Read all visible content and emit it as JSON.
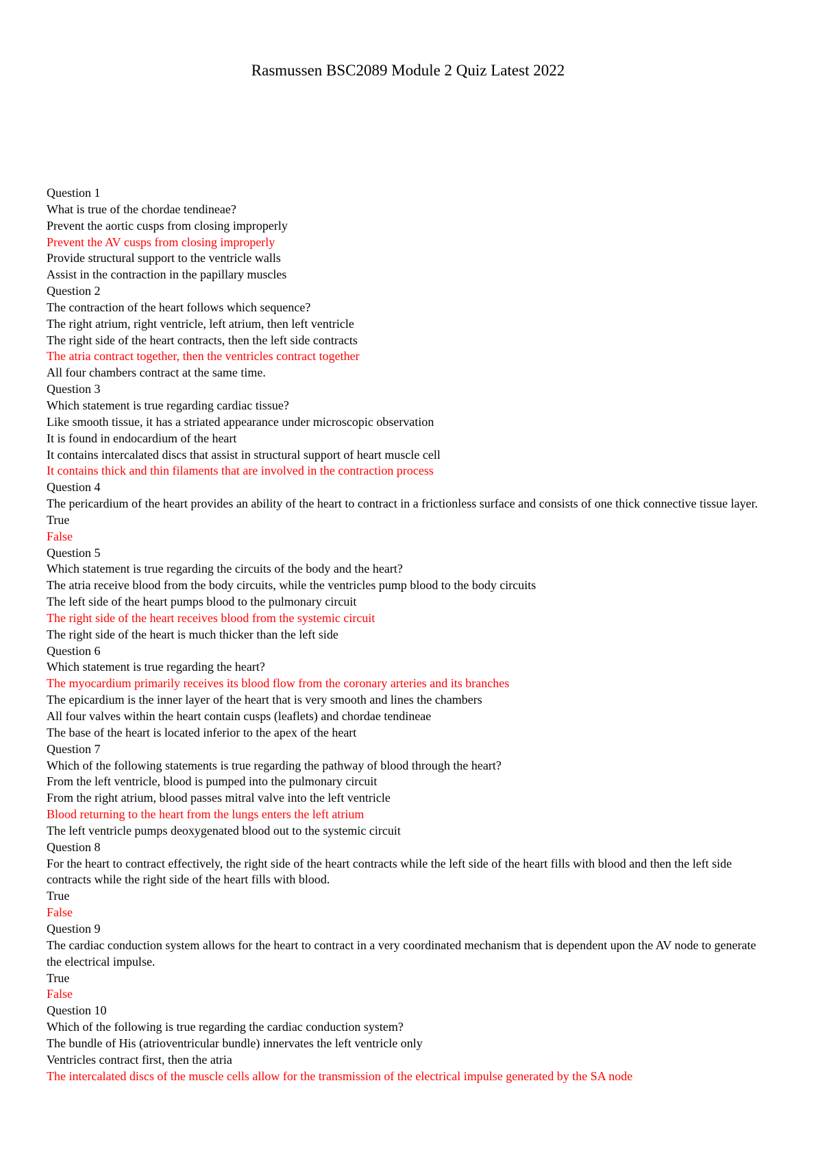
{
  "document": {
    "title": "Rasmussen BSC2089 Module 2 Quiz Latest 2022"
  },
  "colors": {
    "text": "#000000",
    "correct_answer": "#ff0000",
    "background": "#ffffff"
  },
  "questions": [
    {
      "label": "Question 1",
      "prompt": "What is true of the chordae tendineae?",
      "options": [
        {
          "text": "Prevent the aortic cusps from closing improperly",
          "correct": false
        },
        {
          "text": "Prevent the AV cusps from closing improperly",
          "correct": true
        },
        {
          "text": "Provide structural support to the ventricle walls",
          "correct": false
        },
        {
          "text": "Assist in the contraction in the papillary muscles",
          "correct": false
        }
      ]
    },
    {
      "label": "Question 2",
      "prompt": "The contraction of the heart follows which sequence?",
      "options": [
        {
          "text": "The right atrium, right ventricle, left atrium, then left ventricle",
          "correct": false
        },
        {
          "text": "The right side of the heart contracts, then the left side contracts",
          "correct": false
        },
        {
          "text": "The atria contract together, then the ventricles contract together",
          "correct": true
        },
        {
          "text": "All four chambers contract at the same time.",
          "correct": false
        }
      ]
    },
    {
      "label": "Question 3",
      "prompt": "Which statement is true regarding cardiac tissue?",
      "options": [
        {
          "text": "Like smooth tissue, it has a striated appearance under microscopic observation",
          "correct": false
        },
        {
          "text": "It is found in endocardium of the heart",
          "correct": false
        },
        {
          "text": "It contains intercalated discs that assist in structural support of heart muscle cell",
          "correct": false
        },
        {
          "text": "It contains thick and thin filaments that are involved in the contraction process",
          "correct": true
        }
      ]
    },
    {
      "label": "Question 4",
      "prompt": "The pericardium of the heart provides an ability of the heart to contract in a frictionless surface and consists of one thick connective tissue layer.",
      "options": [
        {
          "text": "True",
          "correct": false
        },
        {
          "text": "False",
          "correct": true
        }
      ]
    },
    {
      "label": "Question 5",
      "prompt": "Which statement is true regarding the circuits of the body and the heart?",
      "options": [
        {
          "text": "The atria receive blood from the body circuits, while the ventricles pump blood to the body circuits",
          "correct": false
        },
        {
          "text": "The left side of the heart pumps blood to the pulmonary circuit",
          "correct": false
        },
        {
          "text": "The right side of the heart receives blood from the systemic circuit",
          "correct": true
        },
        {
          "text": "The right side of the heart is much thicker than the left side",
          "correct": false
        }
      ]
    },
    {
      "label": "Question 6",
      "prompt": "Which statement is true regarding the heart?",
      "options": [
        {
          "text": "The myocardium primarily receives its blood flow from the coronary arteries and its branches",
          "correct": true
        },
        {
          "text": "The epicardium is the inner layer of the heart that is very smooth and lines the chambers",
          "correct": false
        },
        {
          "text": "All four valves within the heart contain cusps (leaflets) and chordae tendineae",
          "correct": false
        },
        {
          "text": "The base of the heart is located inferior to the apex of the heart",
          "correct": false
        }
      ]
    },
    {
      "label": "Question 7",
      "prompt": "Which of the following statements is true regarding the pathway of blood through the heart?",
      "options": [
        {
          "text": "From the left ventricle, blood is pumped into the pulmonary circuit",
          "correct": false
        },
        {
          "text": "From the right atrium, blood passes mitral valve into the left ventricle",
          "correct": false
        },
        {
          "text": "Blood returning to the heart from the lungs enters the left atrium",
          "correct": true
        },
        {
          "text": "The left ventricle pumps deoxygenated blood out to the systemic circuit",
          "correct": false
        }
      ]
    },
    {
      "label": "Question 8",
      "prompt": "For the heart to contract effectively, the right side of the heart contracts while the left side of the heart fills with blood and then the left side contracts while the right side of the heart fills with blood.",
      "options": [
        {
          "text": "True",
          "correct": false
        },
        {
          "text": "False",
          "correct": true
        }
      ]
    },
    {
      "label": "Question 9",
      "prompt": "The cardiac conduction system allows for the heart to contract in a very coordinated mechanism that is dependent upon the AV node to generate the electrical impulse.",
      "options": [
        {
          "text": "True",
          "correct": false
        },
        {
          "text": "False",
          "correct": true
        }
      ]
    },
    {
      "label": "Question 10",
      "prompt": "Which of the following is true regarding the cardiac conduction system?",
      "options": [
        {
          "text": "The bundle of His (atrioventricular bundle) innervates the left ventricle only",
          "correct": false
        },
        {
          "text": "Ventricles contract first, then the atria",
          "correct": false
        },
        {
          "text": "The intercalated discs of the muscle cells allow for the transmission of the electrical impulse generated by the SA node",
          "correct": true
        }
      ]
    }
  ]
}
